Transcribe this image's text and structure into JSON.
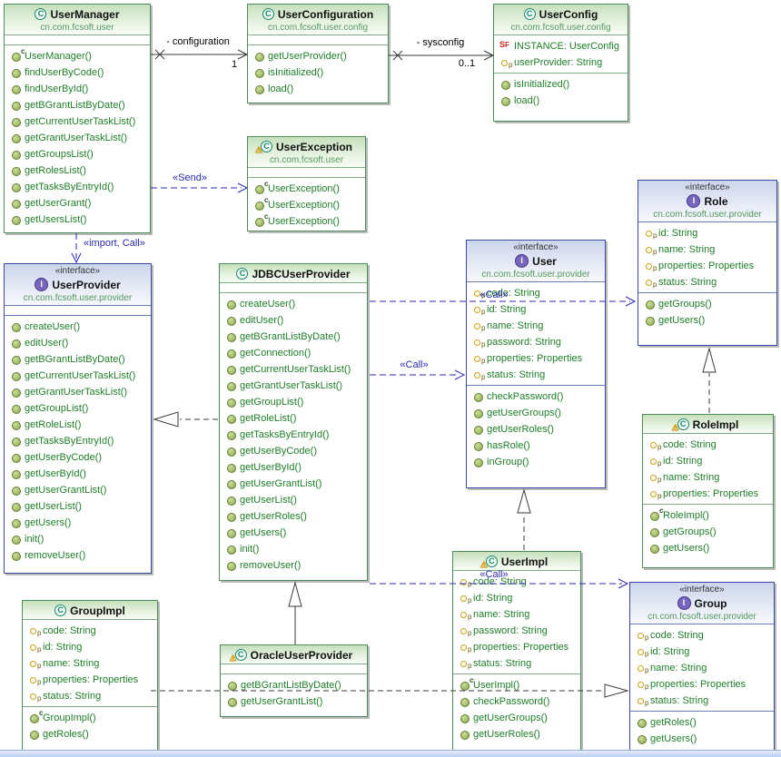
{
  "diagram": {
    "classes": [
      {
        "key": "user-manager",
        "kind": "class",
        "title": "UserManager",
        "package": "cn.com.fcsoft.user",
        "warning": false,
        "fields": [],
        "methods": [
          {
            "icon": "constructor",
            "label": "UserManager()"
          },
          {
            "icon": "method",
            "label": "findUserByCode()"
          },
          {
            "icon": "method",
            "label": "findUserById()"
          },
          {
            "icon": "method",
            "label": "getBGrantListByDate()"
          },
          {
            "icon": "method",
            "label": "getCurrentUserTaskList()"
          },
          {
            "icon": "method",
            "label": "getGrantUserTaskList()"
          },
          {
            "icon": "method",
            "label": "getGroupsList()"
          },
          {
            "icon": "method",
            "label": "getRolesList()"
          },
          {
            "icon": "method",
            "label": "getTasksByEntryId()"
          },
          {
            "icon": "method",
            "label": "getUserGrant()"
          },
          {
            "icon": "method",
            "label": "getUsersList()"
          }
        ]
      },
      {
        "key": "user-configuration",
        "kind": "class",
        "title": "UserConfiguration",
        "package": "cn.com.fcsoft.user.config",
        "warning": false,
        "fields": [],
        "methods": [
          {
            "icon": "method",
            "label": "getUserProvider()"
          },
          {
            "icon": "method",
            "label": "isInitialized()"
          },
          {
            "icon": "method",
            "label": "load()"
          }
        ]
      },
      {
        "key": "user-config",
        "kind": "class",
        "title": "UserConfig",
        "package": "cn.com.fcsoft.user.config",
        "warning": false,
        "fields": [
          {
            "icon": "static-field",
            "label": "INSTANCE: UserConfig"
          },
          {
            "icon": "property",
            "label": "userProvider: String"
          }
        ],
        "methods": [
          {
            "icon": "method",
            "label": "isInitialized()"
          },
          {
            "icon": "method",
            "label": "load()"
          }
        ]
      },
      {
        "key": "user-exception",
        "kind": "class",
        "title": "UserException",
        "package": "cn.com.fcsoft.user",
        "warning": true,
        "fields": [],
        "methods": [
          {
            "icon": "constructor",
            "label": "UserException()"
          },
          {
            "icon": "constructor",
            "label": "UserException()"
          },
          {
            "icon": "constructor",
            "label": "UserException()"
          }
        ]
      },
      {
        "key": "user-provider",
        "kind": "interface",
        "stereotype": "«interface»",
        "title": "UserProvider",
        "package": "cn.com.fcsoft.user.provider",
        "warning": false,
        "fields": [],
        "methods": [
          {
            "icon": "method",
            "label": "createUser()"
          },
          {
            "icon": "method",
            "label": "editUser()"
          },
          {
            "icon": "method",
            "label": "getBGrantListByDate()"
          },
          {
            "icon": "method",
            "label": "getCurrentUserTaskList()"
          },
          {
            "icon": "method",
            "label": "getGrantUserTaskList()"
          },
          {
            "icon": "method",
            "label": "getGroupList()"
          },
          {
            "icon": "method",
            "label": "getRoleList()"
          },
          {
            "icon": "method",
            "label": "getTasksByEntryId()"
          },
          {
            "icon": "method",
            "label": "getUserByCode()"
          },
          {
            "icon": "method",
            "label": "getUserById()"
          },
          {
            "icon": "method",
            "label": "getUserGrantList()"
          },
          {
            "icon": "method",
            "label": "getUserList()"
          },
          {
            "icon": "method",
            "label": "getUsers()"
          },
          {
            "icon": "method",
            "label": "init()"
          },
          {
            "icon": "method",
            "label": "removeUser()"
          }
        ]
      },
      {
        "key": "jdbc-user-provider",
        "kind": "class",
        "title": "JDBCUserProvider",
        "warning": false,
        "fields": [],
        "methods": [
          {
            "icon": "method",
            "label": "createUser()"
          },
          {
            "icon": "method",
            "label": "editUser()"
          },
          {
            "icon": "method",
            "label": "getBGrantListByDate()"
          },
          {
            "icon": "method",
            "label": "getConnection()"
          },
          {
            "icon": "method",
            "label": "getCurrentUserTaskList()"
          },
          {
            "icon": "method",
            "label": "getGrantUserTaskList()"
          },
          {
            "icon": "method",
            "label": "getGroupList()"
          },
          {
            "icon": "method",
            "label": "getRoleList()"
          },
          {
            "icon": "method",
            "label": "getTasksByEntryId()"
          },
          {
            "icon": "method",
            "label": "getUserByCode()"
          },
          {
            "icon": "method",
            "label": "getUserById()"
          },
          {
            "icon": "method",
            "label": "getUserGrantList()"
          },
          {
            "icon": "method",
            "label": "getUserList()"
          },
          {
            "icon": "method",
            "label": "getUserRoles()"
          },
          {
            "icon": "method",
            "label": "getUsers()"
          },
          {
            "icon": "method",
            "label": "init()"
          },
          {
            "icon": "method",
            "label": "removeUser()"
          }
        ]
      },
      {
        "key": "user",
        "kind": "interface",
        "stereotype": "«interface»",
        "title": "User",
        "package": "cn.com.fcsoft.user.provider",
        "warning": false,
        "fields": [
          {
            "icon": "property",
            "label": "code: String"
          },
          {
            "icon": "property",
            "label": "id: String"
          },
          {
            "icon": "property",
            "label": "name: String"
          },
          {
            "icon": "property",
            "label": "password: String"
          },
          {
            "icon": "property",
            "label": "properties: Properties"
          },
          {
            "icon": "property",
            "label": "status: String"
          }
        ],
        "methods": [
          {
            "icon": "method",
            "label": "checkPassword()"
          },
          {
            "icon": "method",
            "label": "getUserGroups()"
          },
          {
            "icon": "method",
            "label": "getUserRoles()"
          },
          {
            "icon": "method",
            "label": "hasRole()"
          },
          {
            "icon": "method",
            "label": "inGroup()"
          }
        ]
      },
      {
        "key": "role",
        "kind": "interface",
        "stereotype": "«interface»",
        "title": "Role",
        "package": "cn.com.fcsoft.user.provider",
        "warning": false,
        "fields": [
          {
            "icon": "property",
            "label": "id: String"
          },
          {
            "icon": "property",
            "label": "name: String"
          },
          {
            "icon": "property",
            "label": "properties: Properties"
          },
          {
            "icon": "property",
            "label": "status: String"
          }
        ],
        "methods": [
          {
            "icon": "method",
            "label": "getGroups()"
          },
          {
            "icon": "method",
            "label": "getUsers()"
          }
        ]
      },
      {
        "key": "role-impl",
        "kind": "class",
        "title": "RoleImpl",
        "warning": true,
        "fields": [
          {
            "icon": "property",
            "label": "code: String"
          },
          {
            "icon": "property",
            "label": "id: String"
          },
          {
            "icon": "property",
            "label": "name: String"
          },
          {
            "icon": "property",
            "label": "properties: Properties"
          }
        ],
        "methods": [
          {
            "icon": "constructor",
            "label": "RoleImpl()"
          },
          {
            "icon": "method",
            "label": "getGroups()"
          },
          {
            "icon": "method",
            "label": "getUsers()"
          }
        ]
      },
      {
        "key": "user-impl",
        "kind": "class",
        "title": "UserImpl",
        "warning": true,
        "fields": [
          {
            "icon": "property",
            "label": "code: String"
          },
          {
            "icon": "property",
            "label": "id: String"
          },
          {
            "icon": "property",
            "label": "name: String"
          },
          {
            "icon": "property",
            "label": "password: String"
          },
          {
            "icon": "property",
            "label": "properties: Properties"
          },
          {
            "icon": "property",
            "label": "status: String"
          }
        ],
        "methods": [
          {
            "icon": "constructor",
            "label": "UserImpl()"
          },
          {
            "icon": "method",
            "label": "checkPassword()"
          },
          {
            "icon": "method",
            "label": "getUserGroups()"
          },
          {
            "icon": "method",
            "label": "getUserRoles()"
          }
        ]
      },
      {
        "key": "group",
        "kind": "interface",
        "stereotype": "«interface»",
        "title": "Group",
        "package": "cn.com.fcsoft.user.provider",
        "warning": false,
        "fields": [
          {
            "icon": "property",
            "label": "code: String"
          },
          {
            "icon": "property",
            "label": "id: String"
          },
          {
            "icon": "property",
            "label": "name: String"
          },
          {
            "icon": "property",
            "label": "properties: Properties"
          },
          {
            "icon": "property",
            "label": "status: String"
          }
        ],
        "methods": [
          {
            "icon": "method",
            "label": "getRoles()"
          },
          {
            "icon": "method",
            "label": "getUsers()"
          }
        ]
      },
      {
        "key": "group-impl",
        "kind": "class",
        "title": "GroupImpl",
        "warning": false,
        "fields": [
          {
            "icon": "property",
            "label": "code: String"
          },
          {
            "icon": "property",
            "label": "id: String"
          },
          {
            "icon": "property",
            "label": "name: String"
          },
          {
            "icon": "property",
            "label": "properties: Properties"
          },
          {
            "icon": "property",
            "label": "status: String"
          }
        ],
        "methods": [
          {
            "icon": "constructor",
            "label": "GroupImpl()"
          },
          {
            "icon": "method",
            "label": "getRoles()"
          }
        ]
      },
      {
        "key": "oracle-user-provider",
        "kind": "class",
        "title": "OracleUserProvider",
        "warning": true,
        "fields": [],
        "methods": [
          {
            "icon": "method",
            "label": "getBGrantListByDate()"
          },
          {
            "icon": "method",
            "label": "getUserGrantList()"
          }
        ]
      }
    ],
    "edges": {
      "configuration": {
        "label": "- configuration",
        "multiplicity": "1"
      },
      "sysconfig": {
        "label": "- sysconfig",
        "multiplicity": "0..1"
      },
      "send": {
        "label": "«Send»"
      },
      "import_call": {
        "label": "«import, Call»"
      },
      "call_role": {
        "label": "«Call»"
      },
      "call_user": {
        "label": "«Call»"
      },
      "call_group": {
        "label": "«Call»"
      }
    }
  }
}
